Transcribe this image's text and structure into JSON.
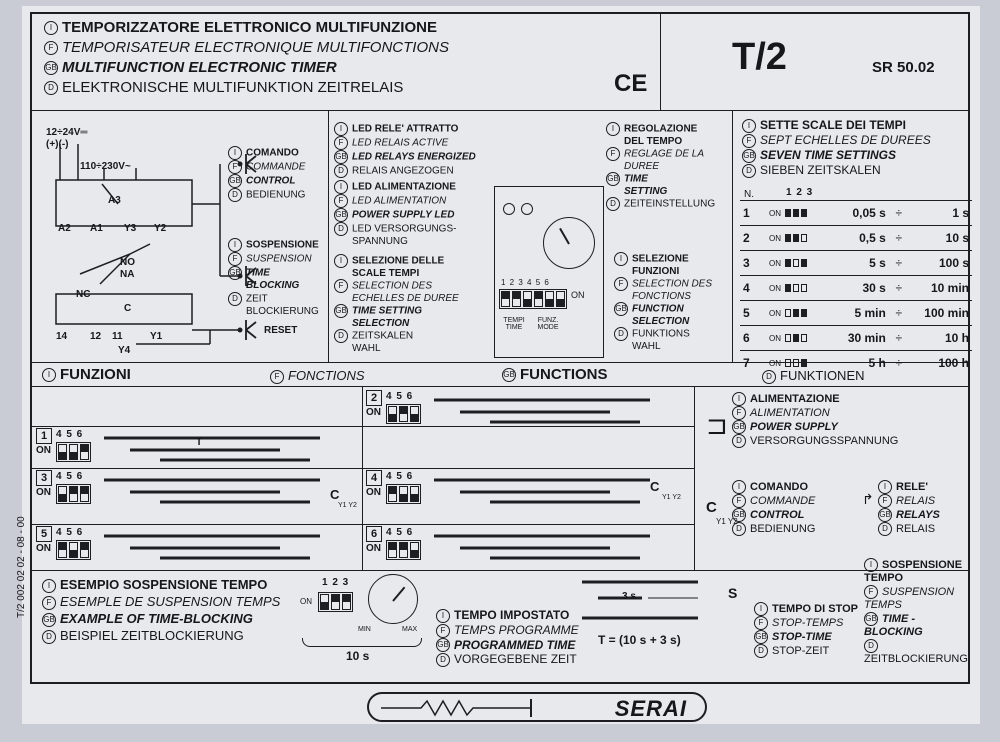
{
  "header": {
    "titles": [
      {
        "lang": "I",
        "text": "TEMPORIZZATORE ELETTRONICO MULTIFUNZIONE"
      },
      {
        "lang": "F",
        "text": "TEMPORISATEUR ELECTRONIQUE MULTIFONCTIONS"
      },
      {
        "lang": "GB",
        "text": "MULTIFUNCTION ELECTRONIC TIMER"
      },
      {
        "lang": "D",
        "text": "ELEKTRONISCHE MULTIFUNKTION ZEITRELAIS"
      }
    ],
    "ce": "CE",
    "model": "T/2",
    "code": "SR 50.02"
  },
  "wiring": {
    "supply_dc": "12÷24V═",
    "polarity": "(+)(-)",
    "supply_ac": "110÷230V~",
    "terminals_top": [
      "A3",
      "A2",
      "A1",
      "Y3",
      "Y2"
    ],
    "contacts": [
      "NO",
      "NA",
      "NC",
      "C"
    ],
    "terminals_bottom": [
      "14",
      "12",
      "11",
      "Y1"
    ],
    "y4": "Y4",
    "reset": "RESET",
    "command": [
      {
        "lang": "I",
        "text": "COMANDO"
      },
      {
        "lang": "F",
        "text": "COMMANDE"
      },
      {
        "lang": "GB",
        "text": "CONTROL"
      },
      {
        "lang": "D",
        "text": "BEDIENUNG"
      }
    ],
    "suspension": [
      {
        "lang": "I",
        "text": "SOSPENSIONE"
      },
      {
        "lang": "F",
        "text": "SUSPENSION"
      },
      {
        "lang": "GB",
        "text": "TIME"
      },
      {
        "lang": "",
        "text": "BLOCKING"
      },
      {
        "lang": "D",
        "text": "ZEIT"
      },
      {
        "lang": "",
        "text": "BLOCKIERUNG"
      }
    ]
  },
  "front": {
    "led_relay": [
      {
        "lang": "I",
        "text": "LED RELE' ATTRATTO"
      },
      {
        "lang": "F",
        "text": "LED RELAIS ACTIVE"
      },
      {
        "lang": "GB",
        "text": "LED RELAYS ENERGIZED"
      },
      {
        "lang": "D",
        "text": "RELAIS ANGEZOGEN"
      }
    ],
    "led_power": [
      {
        "lang": "I",
        "text": "LED ALIMENTAZIONE"
      },
      {
        "lang": "F",
        "text": "LED ALIMENTATION"
      },
      {
        "lang": "GB",
        "text": "POWER SUPPLY LED"
      },
      {
        "lang": "D",
        "text": "LED VERSORGUNGS-"
      },
      {
        "lang": "",
        "text": "SPANNUNG"
      }
    ],
    "scale_sel": [
      {
        "lang": "I",
        "text": "SELEZIONE DELLE"
      },
      {
        "lang": "",
        "text": "SCALE TEMPI"
      },
      {
        "lang": "F",
        "text": "SELECTION DES"
      },
      {
        "lang": "",
        "text": "ECHELLES DE DUREE"
      },
      {
        "lang": "GB",
        "text": "TIME SETTING"
      },
      {
        "lang": "",
        "text": "SELECTION"
      },
      {
        "lang": "D",
        "text": "ZEITSKALEN"
      },
      {
        "lang": "",
        "text": "WAHL"
      }
    ],
    "time_reg": [
      {
        "lang": "I",
        "text": "REGOLAZIONE"
      },
      {
        "lang": "",
        "text": "DEL TEMPO"
      },
      {
        "lang": "F",
        "text": "REGLAGE DE LA"
      },
      {
        "lang": "",
        "text": "DUREE"
      },
      {
        "lang": "GB",
        "text": "TIME"
      },
      {
        "lang": "",
        "text": "SETTING"
      },
      {
        "lang": "D",
        "text": "ZEITEINSTELLUNG"
      }
    ],
    "func_sel": [
      {
        "lang": "I",
        "text": "SELEZIONE"
      },
      {
        "lang": "",
        "text": "FUNZIONI"
      },
      {
        "lang": "F",
        "text": "SELECTION DES"
      },
      {
        "lang": "",
        "text": "FONCTIONS"
      },
      {
        "lang": "GB",
        "text": "FUNCTION"
      },
      {
        "lang": "",
        "text": "SELECTION"
      },
      {
        "lang": "D",
        "text": "FUNKTIONS"
      },
      {
        "lang": "",
        "text": "WAHL"
      }
    ],
    "dip_numbers": "1 2 3 4 5 6",
    "on": "ON",
    "tempi_time": "TEMPI TIME",
    "funz_mode": "FUNZ. MODE"
  },
  "scales": {
    "headings": [
      {
        "lang": "I",
        "text": "SETTE SCALE DEI TEMPI"
      },
      {
        "lang": "F",
        "text": "SEPT ECHELLES DE DUREES"
      },
      {
        "lang": "GB",
        "text": "SEVEN TIME SETTINGS"
      },
      {
        "lang": "D",
        "text": "SIEBEN ZEITSKALEN"
      }
    ],
    "col_n": "N.",
    "col_dips": "1 2 3",
    "on": "ON",
    "sep": "÷",
    "rows": [
      {
        "n": "1",
        "from": "0,05 s",
        "to": "1 s",
        "dips": [
          1,
          1,
          1
        ]
      },
      {
        "n": "2",
        "from": "0,5 s",
        "to": "10 s",
        "dips": [
          1,
          1,
          0
        ]
      },
      {
        "n": "3",
        "from": "5 s",
        "to": "100 s",
        "dips": [
          1,
          0,
          1
        ]
      },
      {
        "n": "4",
        "from": "30 s",
        "to": "10 min",
        "dips": [
          1,
          0,
          0
        ]
      },
      {
        "n": "5",
        "from": "5 min",
        "to": "100 min",
        "dips": [
          0,
          1,
          1
        ]
      },
      {
        "n": "6",
        "from": "30 min",
        "to": "10 h",
        "dips": [
          0,
          1,
          0
        ]
      },
      {
        "n": "7",
        "from": "5 h",
        "to": "100 h",
        "dips": [
          0,
          0,
          1
        ]
      }
    ]
  },
  "functions": {
    "headers": [
      {
        "lang": "I",
        "text": "FUNZIONI"
      },
      {
        "lang": "F",
        "text": "FONCTIONS"
      },
      {
        "lang": "GB",
        "text": "FUNCTIONS"
      },
      {
        "lang": "D",
        "text": "FUNKTIONEN"
      }
    ],
    "dip_label": "4 5 6",
    "on": "ON",
    "t": "T",
    "c": "C",
    "y1y2": "Y1 Y2",
    "items": [
      "1",
      "2",
      "3",
      "4",
      "5",
      "6"
    ]
  },
  "legend": {
    "supply": [
      {
        "lang": "I",
        "text": "ALIMENTAZIONE"
      },
      {
        "lang": "F",
        "text": "ALIMENTATION"
      },
      {
        "lang": "GB",
        "text": "POWER SUPPLY"
      },
      {
        "lang": "D",
        "text": "VERSORGUNGSSPANNUNG"
      }
    ],
    "command": [
      {
        "lang": "I",
        "text": "COMANDO"
      },
      {
        "lang": "F",
        "text": "COMMANDE"
      },
      {
        "lang": "GB",
        "text": "CONTROL"
      },
      {
        "lang": "D",
        "text": "BEDIENUNG"
      }
    ],
    "relay": [
      {
        "lang": "I",
        "text": "RELE'"
      },
      {
        "lang": "F",
        "text": "RELAIS"
      },
      {
        "lang": "GB",
        "text": "RELAYS"
      },
      {
        "lang": "D",
        "text": "RELAIS"
      }
    ],
    "c": "C",
    "y1y2": "Y1 Y2"
  },
  "example": {
    "headings": [
      {
        "lang": "I",
        "text": "ESEMPIO SOSPENSIONE TEMPO"
      },
      {
        "lang": "F",
        "text": "ESEMPLE DE SUSPENSION TEMPS"
      },
      {
        "lang": "GB",
        "text": "EXAMPLE OF TIME-BLOCKING"
      },
      {
        "lang": "D",
        "text": "BEISPIEL ZEITBLOCKIERUNG"
      }
    ],
    "dip_label": "1 2 3",
    "on": "ON",
    "min": "MIN",
    "max": "MAX",
    "ten_s": "10 s",
    "prog_time": [
      {
        "lang": "I",
        "text": "TEMPO IMPOSTATO"
      },
      {
        "lang": "F",
        "text": "TEMPS PROGRAMME"
      },
      {
        "lang": "GB",
        "text": "PROGRAMMED TIME"
      },
      {
        "lang": "D",
        "text": "VORGEGEBENE ZEIT"
      }
    ],
    "three_s": "3 s",
    "formula": "T = (10 s + 3 s)",
    "s": "S",
    "stop_time": [
      {
        "lang": "I",
        "text": "TEMPO DI STOP"
      },
      {
        "lang": "F",
        "text": "STOP-TEMPS"
      },
      {
        "lang": "GB",
        "text": "STOP-TIME"
      },
      {
        "lang": "D",
        "text": "STOP-ZEIT"
      }
    ],
    "suspension": [
      {
        "lang": "I",
        "text": "SOSPENSIONE TEMPO"
      },
      {
        "lang": "F",
        "text": "SUSPENSION TEMPS"
      },
      {
        "lang": "GB",
        "text": "TIME - BLOCKING"
      },
      {
        "lang": "D",
        "text": "ZEITBLOCKIERUNG"
      }
    ]
  },
  "footer": {
    "brand": "SERAI",
    "side_code": "T/2 002 02 02 - 08 - 00"
  }
}
